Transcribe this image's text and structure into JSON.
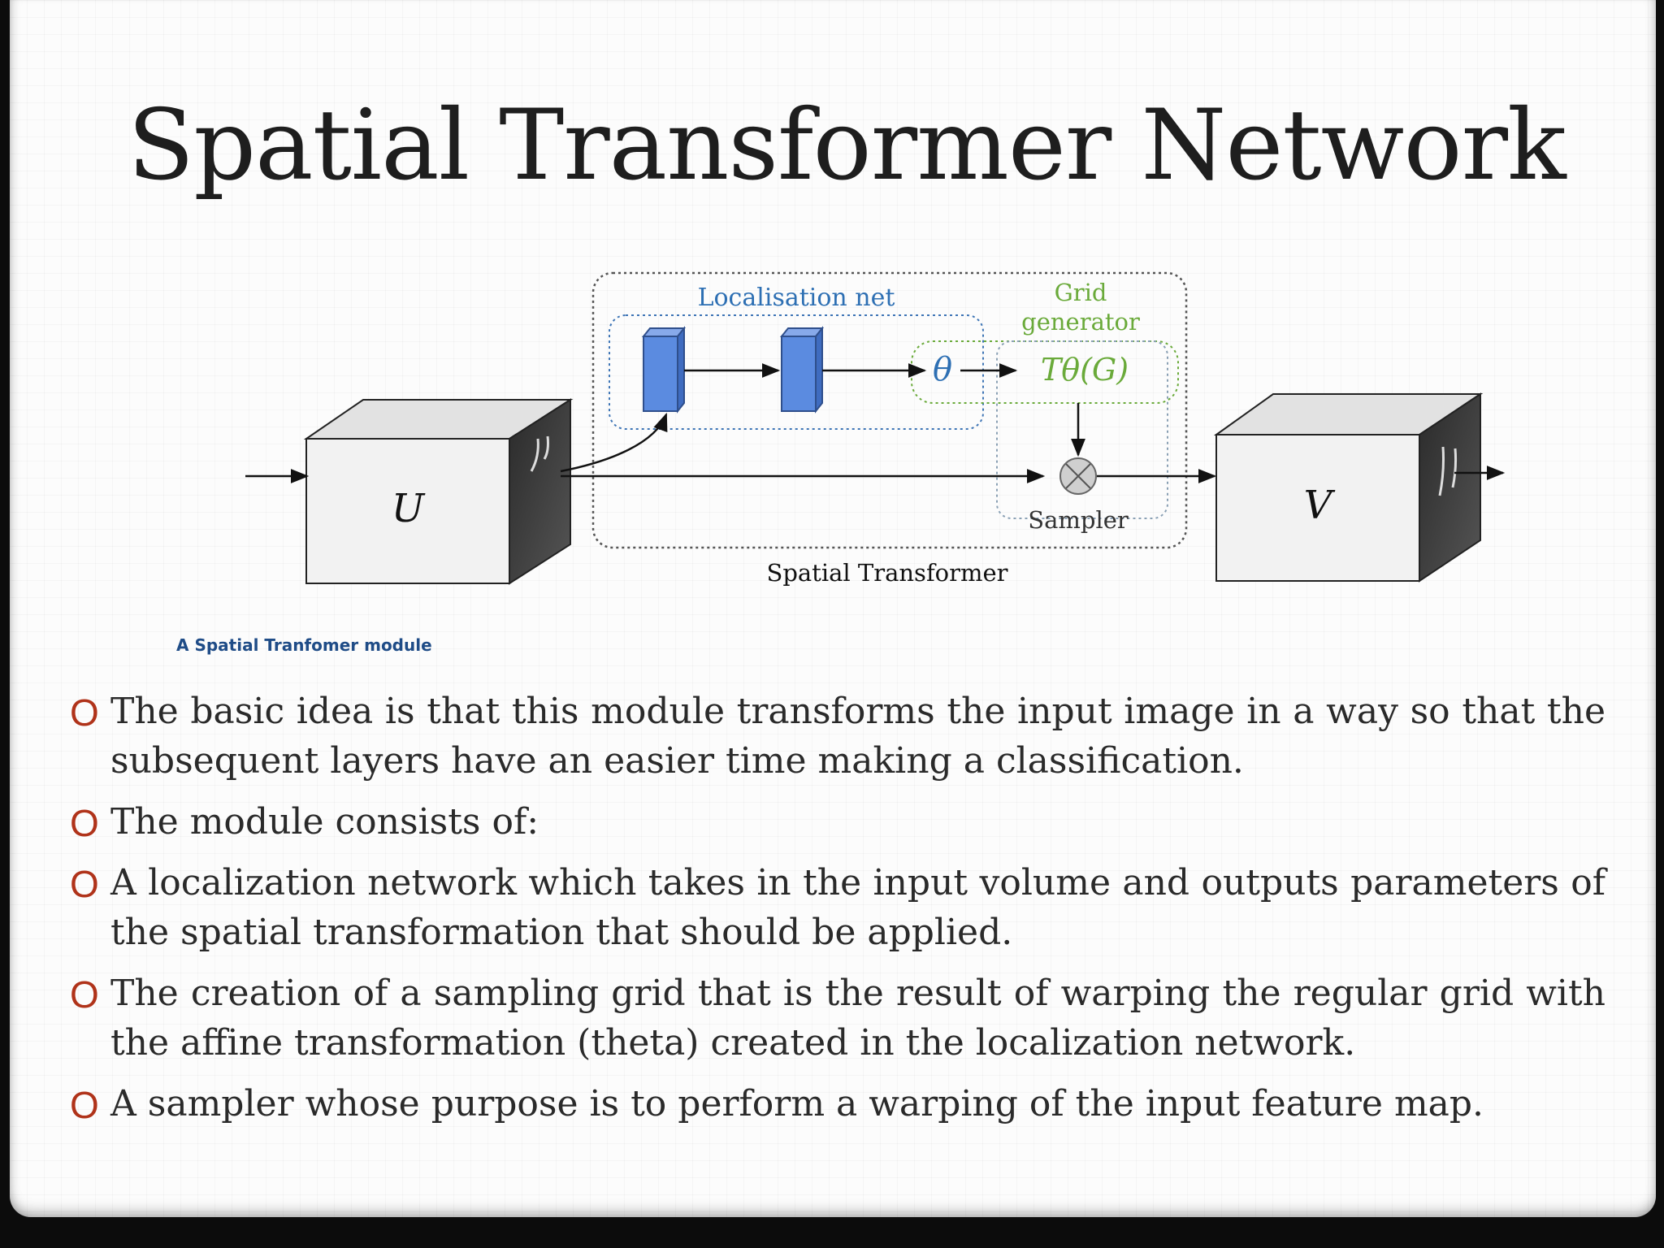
{
  "slide": {
    "title": "Spatial Transformer Network",
    "caption": "A Spatial Tranfomer module",
    "bullet_marker": "O",
    "bullets": [
      "The basic idea is that this module transforms the input image in a way so that the subsequent layers have an easier time making a classification.",
      "The module consists of:",
      "A localization network which takes in the input volume and outputs parameters of the spatial transformation that should be applied.",
      "The creation of a sampling grid that is the result of warping the regular grid with the affine transformation (theta) created in the localization network.",
      "A sampler whose purpose is to perform a warping of the input feature map."
    ]
  },
  "diagram": {
    "localisation_label": "Localisation net",
    "grid_label_line1": "Grid",
    "grid_label_line2": "generator",
    "theta_label": "θ",
    "transform_label": "Tθ(G)",
    "sampler_label": "Sampler",
    "module_label": "Spatial Transformer",
    "input_label": "U",
    "output_label": "V"
  },
  "colors": {
    "accent_bullet": "#b0331a",
    "caption": "#1f4c87",
    "localisation": "#2d6fb3",
    "grid_generator": "#6aaa3a",
    "block_blue": "#5b8be0"
  }
}
